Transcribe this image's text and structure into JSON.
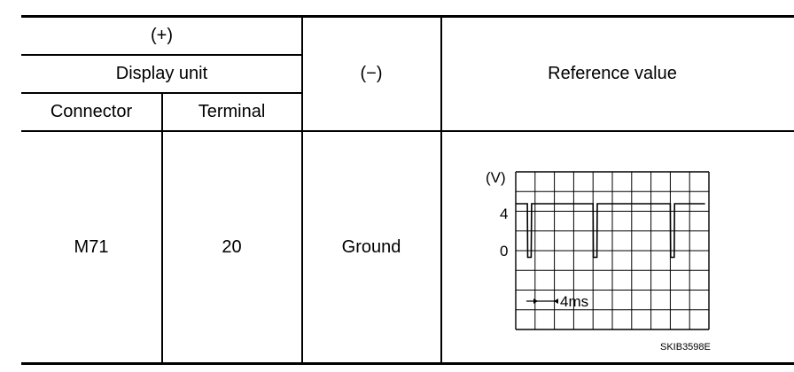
{
  "table": {
    "header": {
      "plus": "(+)",
      "display_unit": "Display unit",
      "connector": "Connector",
      "terminal": "Terminal",
      "minus": "(−)",
      "reference_value": "Reference value"
    },
    "row": {
      "connector": "M71",
      "terminal": "20",
      "minus": "Ground"
    }
  },
  "chart_data": {
    "type": "line",
    "ylabel": "(V)",
    "ytick_labels": [
      "4",
      "0"
    ],
    "time_marker": "4ms",
    "series": [
      {
        "x": [
          0,
          0.6,
          0.62,
          0.8,
          0.82,
          4.0,
          4.02,
          4.2,
          4.22,
          8.0,
          8.02,
          8.2,
          8.22,
          9.8
        ],
        "values": [
          4,
          4,
          -1.5,
          -1.5,
          4,
          4,
          -1.5,
          -1.5,
          4,
          4,
          -1.5,
          -1.5,
          4,
          4
        ]
      }
    ],
    "grid": true
  },
  "figure_code": "SKIB3598E"
}
